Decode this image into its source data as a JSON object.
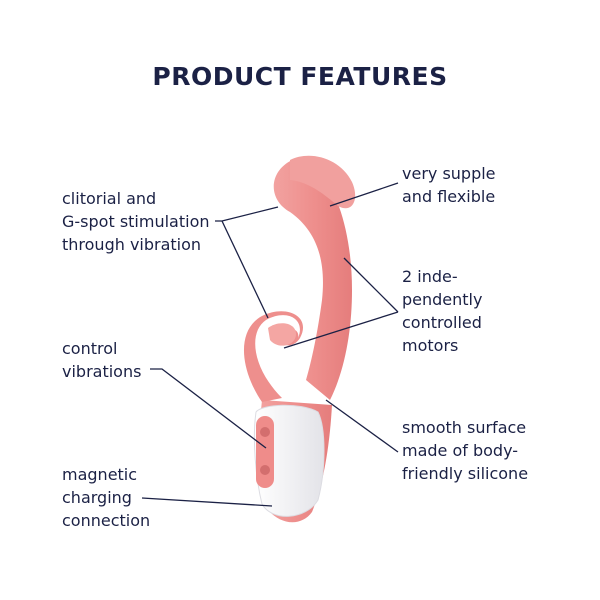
{
  "title": "PRODUCT FEATURES",
  "features": {
    "stimulation": "clitorial and\nG-spot stimulation\nthrough vibration",
    "control": "control\nvibrations",
    "charging": "magnetic\ncharging\nconnection",
    "supple": "very supple\nand flexible",
    "motors": "2 inde-\npendently\ncontrolled\nmotors",
    "surface": "smooth surface\nmade of body-\nfriendly silicone"
  },
  "colors": {
    "text": "#1b2145",
    "product_pink": "#f0908e",
    "handle_white": "#f4f4f6"
  }
}
